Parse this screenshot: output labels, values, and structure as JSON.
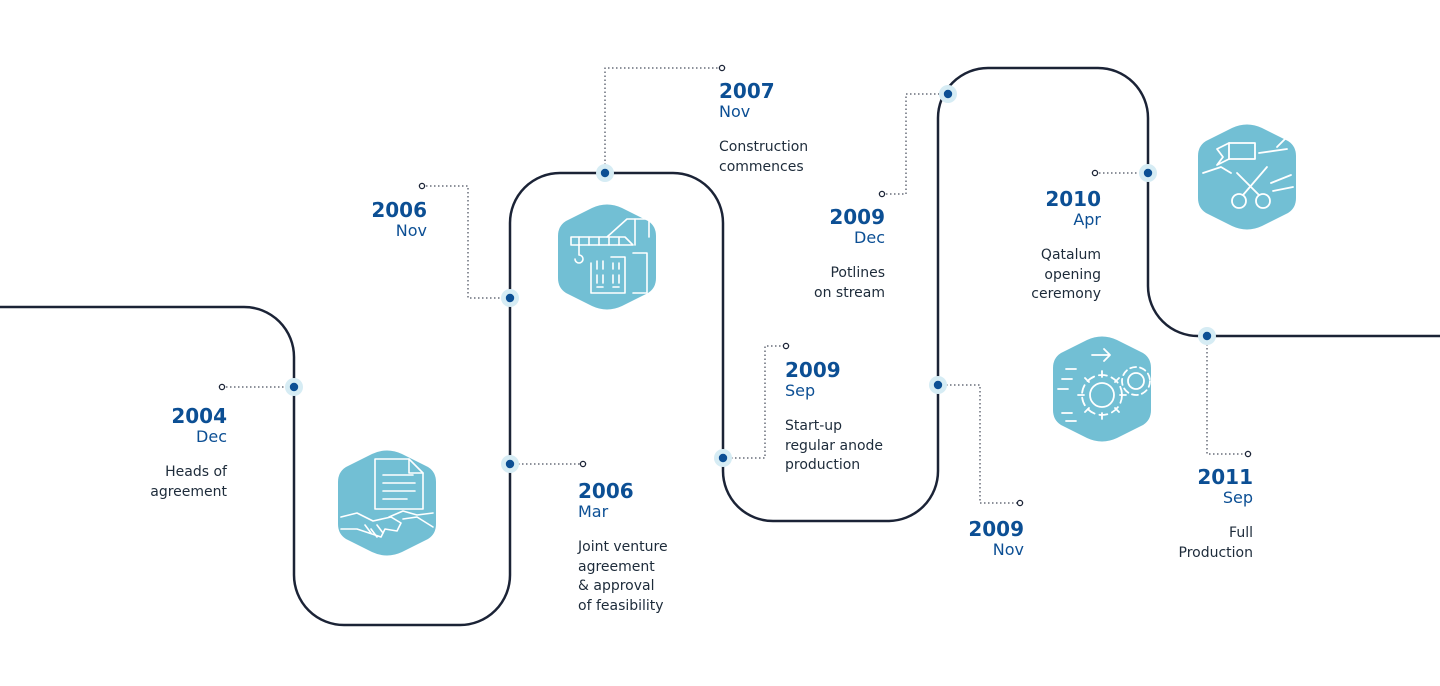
{
  "colors": {
    "line": "#1b2336",
    "accent_blue": "#0c4f94",
    "hexagon": "#72bfd4",
    "dot_fill": "#d6ecf4",
    "dot_center": "#0c4f94"
  },
  "milestones": [
    {
      "year": "2004",
      "month": "Dec",
      "lines": [
        "Heads of",
        "agreement"
      ]
    },
    {
      "year": "2006",
      "month": "Mar",
      "lines": [
        "Joint venture",
        "agreement",
        "& approval",
        "of feasibility"
      ]
    },
    {
      "year": "2006",
      "month": "Nov",
      "lines": []
    },
    {
      "year": "2007",
      "month": "Nov",
      "lines": [
        "Construction",
        "commences"
      ]
    },
    {
      "year": "2009",
      "month": "Sep",
      "lines": [
        "Start-up",
        "regular anode",
        "production"
      ]
    },
    {
      "year": "2009",
      "month": "Dec",
      "lines": [
        "Potlines",
        "on stream"
      ]
    },
    {
      "year": "2009",
      "month": "Nov",
      "lines": []
    },
    {
      "year": "2010",
      "month": "Apr",
      "lines": [
        "Qatalum",
        "opening",
        "ceremony"
      ]
    },
    {
      "year": "2011",
      "month": "Sep",
      "lines": [
        "Full",
        "Production"
      ]
    }
  ],
  "icons": [
    "handshake-icon",
    "construction-crane-icon",
    "gears-icon",
    "ribbon-scissors-icon"
  ]
}
